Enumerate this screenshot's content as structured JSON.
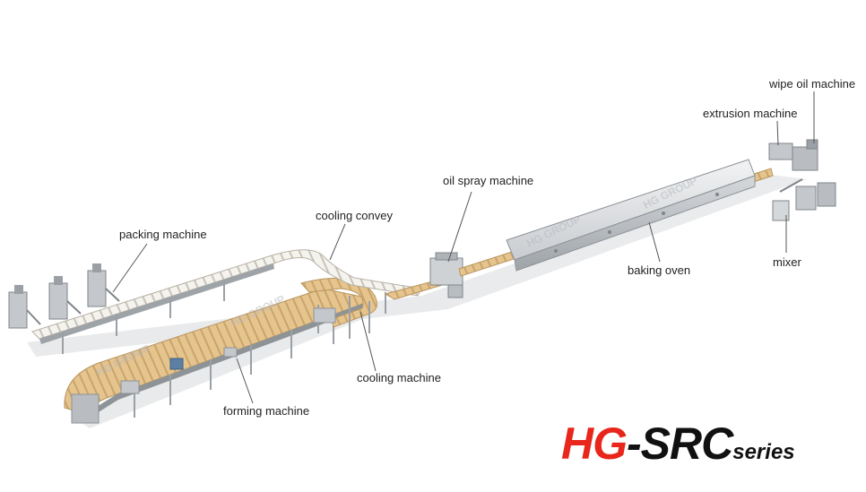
{
  "labels": {
    "wipe_oil_machine": "wipe oil machine",
    "extrusion_machine": "extrusion machine",
    "oil_spray_machine": "oil spray machine",
    "cooling_convey": "cooling convey",
    "packing_machine": "packing machine",
    "baking_oven": "baking oven",
    "mixer": "mixer",
    "cooling_machine": "cooling machine",
    "forming_machine": "forming machine"
  },
  "watermark": "HG GROUP",
  "brand": {
    "hg": "HG",
    "dash": "-",
    "src": "SRC",
    "series": "series"
  },
  "colors": {
    "brand_red": "#e8261b",
    "brand_black": "#111111",
    "belt": "#e6c48e",
    "frame": "#a9adb1",
    "leader": "#555555",
    "label_text": "#222222"
  }
}
